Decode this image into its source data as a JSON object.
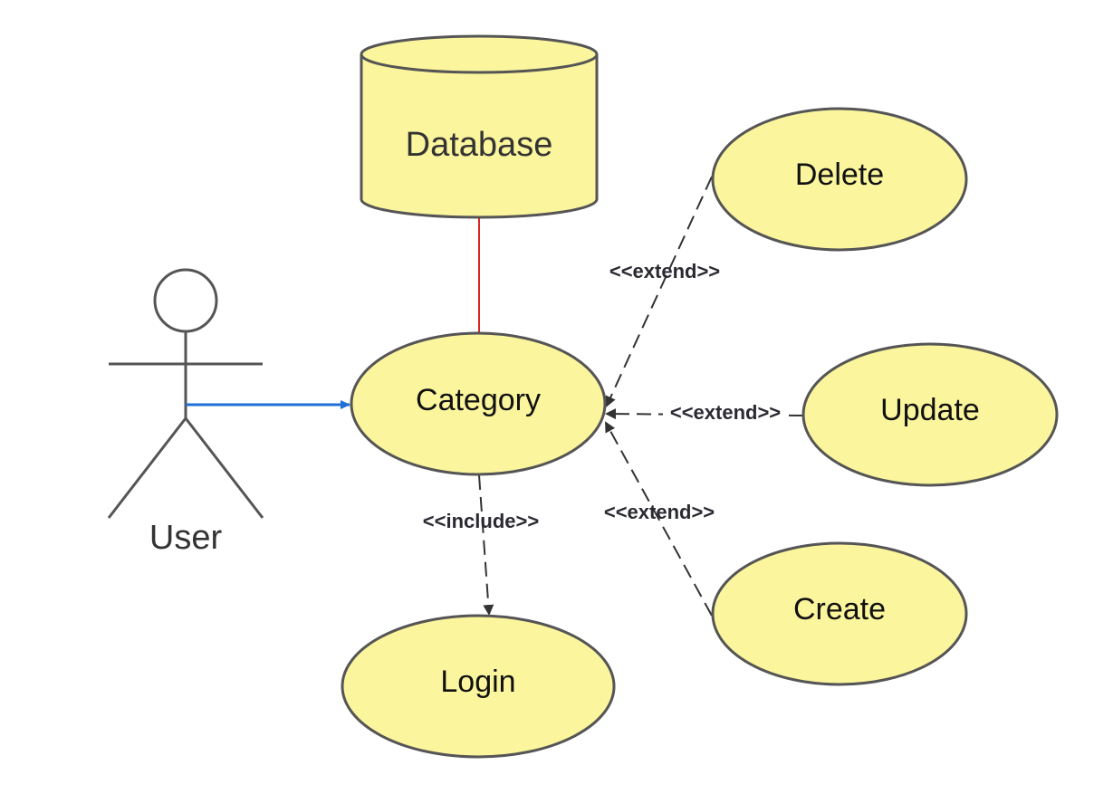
{
  "diagram": {
    "actor": {
      "label": "User"
    },
    "database": {
      "label": "Database"
    },
    "use_cases": {
      "category": "Category",
      "login": "Login",
      "delete": "Delete",
      "update": "Update",
      "create": "Create"
    },
    "relations": {
      "include_label": "<<include>>",
      "extend_delete_label": "<<extend>>",
      "extend_update_label": "<<extend>>",
      "extend_create_label": "<<extend>>"
    },
    "colors": {
      "use_case_fill": "#fbf59d",
      "outline": "#555555",
      "association_blue": "#1f6fd6",
      "database_link_red": "#d62626",
      "dashed_arrow": "#333333"
    }
  }
}
